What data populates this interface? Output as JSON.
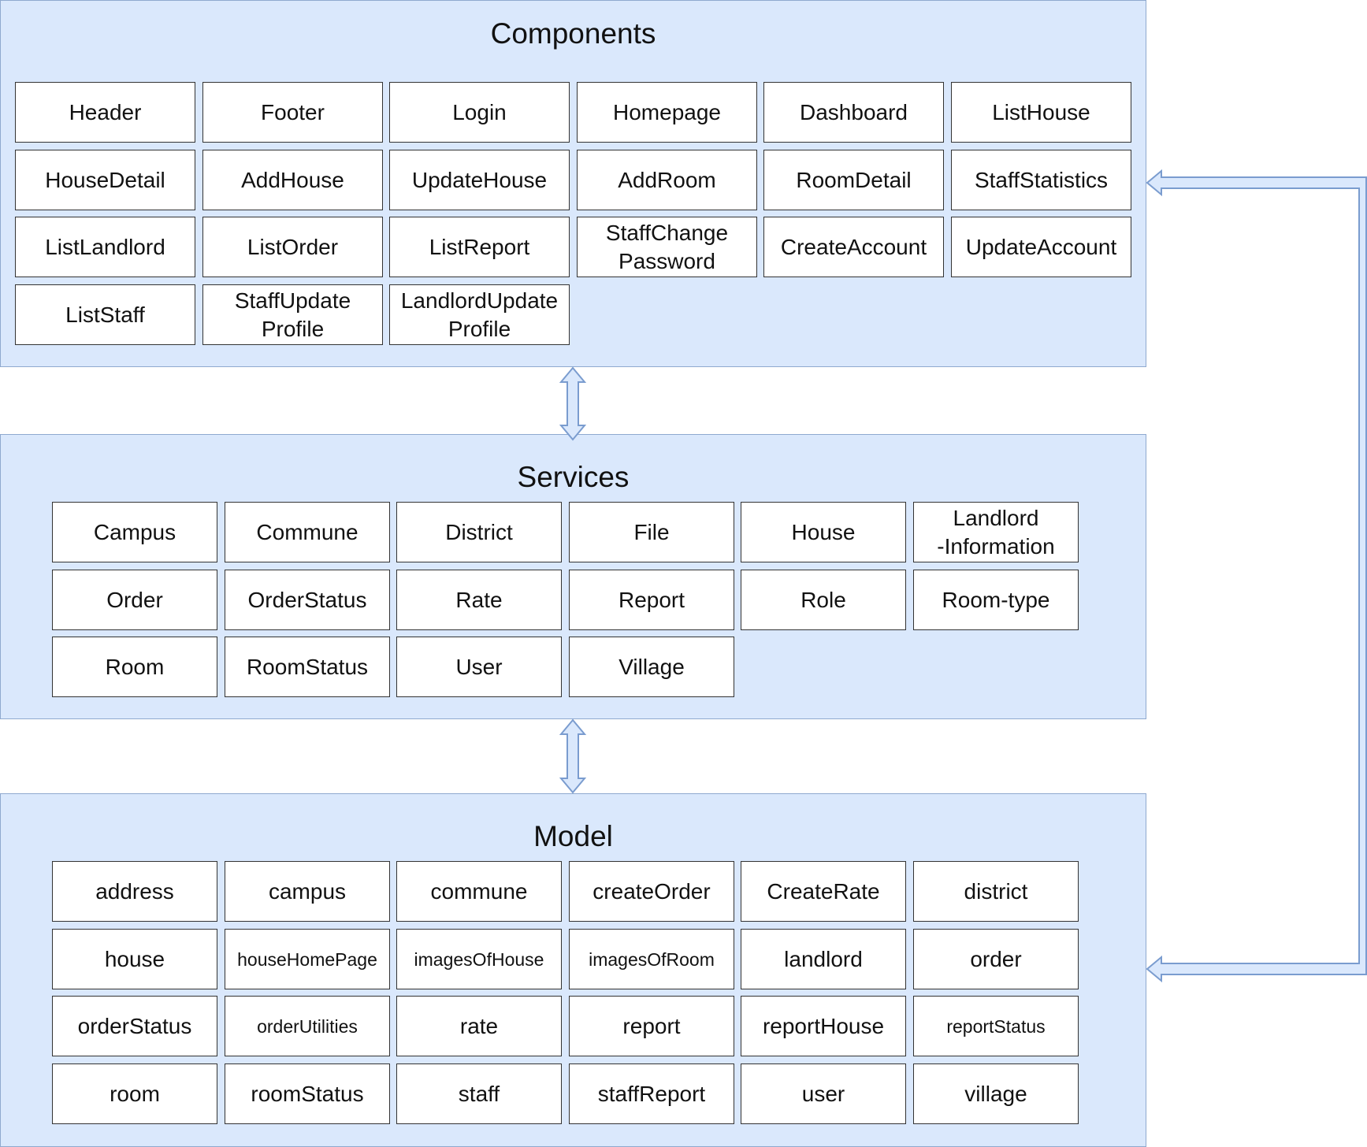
{
  "diagram": {
    "components": {
      "title": "Components",
      "items": [
        "Header",
        "Footer",
        "Login",
        "Homepage",
        "Dashboard",
        "ListHouse",
        "HouseDetail",
        "AddHouse",
        "UpdateHouse",
        "AddRoom",
        "RoomDetail",
        "StaffStatistics",
        "ListLandlord",
        "ListOrder",
        "ListReport",
        "StaffChange\nPassword",
        "CreateAccount",
        "UpdateAccount",
        "ListStaff",
        "StaffUpdate\nProfile",
        "LandlordUpdate\nProfile"
      ]
    },
    "services": {
      "title": "Services",
      "items": [
        "Campus",
        "Commune",
        "District",
        "File",
        "House",
        "Landlord\n-Information",
        "Order",
        "OrderStatus",
        "Rate",
        "Report",
        "Role",
        "Room-type",
        "Room",
        "RoomStatus",
        "User",
        "Village"
      ]
    },
    "model": {
      "title": "Model",
      "items": [
        "address",
        "campus",
        "commune",
        "createOrder",
        "CreateRate",
        "district",
        "house",
        "houseHomePage",
        "imagesOfHouse",
        "imagesOfRoom",
        "landlord",
        "order",
        "orderStatus",
        "orderUtilities",
        "rate",
        "report",
        "reportHouse",
        "reportStatus",
        "room",
        "roomStatus",
        "staff",
        "staffReport",
        "user",
        "village"
      ]
    },
    "colors": {
      "panel_fill": "#dae8fc",
      "panel_border": "#8fa9cf",
      "box_border": "#333333",
      "arrow_fill": "#dae8fc",
      "arrow_stroke": "#7a9ccf"
    }
  }
}
